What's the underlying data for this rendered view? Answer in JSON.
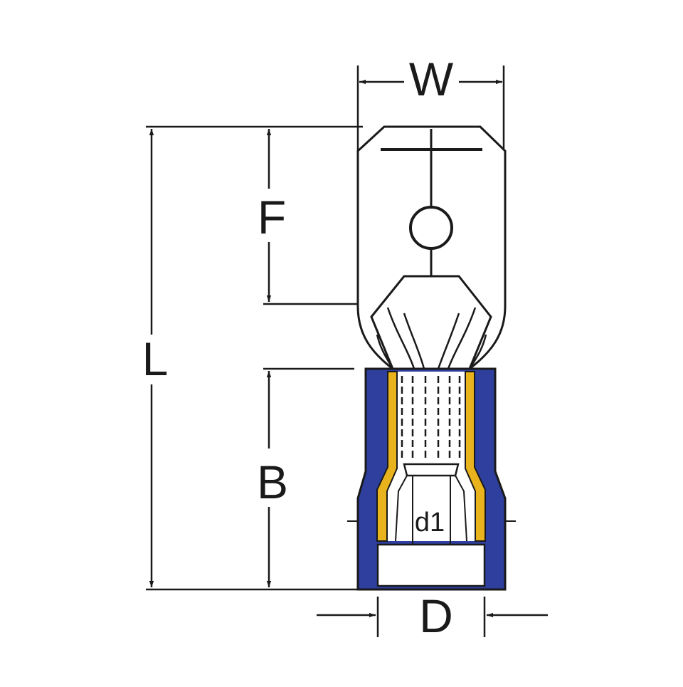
{
  "diagram": {
    "colors": {
      "outline": "#1a1a1a",
      "insulation_blue": "#2e3f9e",
      "sleeve_yellow": "#e8b31c",
      "background": "#ffffff"
    },
    "dimensions": {
      "width": "W",
      "length": "L",
      "tab_length": "F",
      "barrel_length": "B",
      "inner_diameter": "d1",
      "outer_diameter": "D"
    }
  }
}
